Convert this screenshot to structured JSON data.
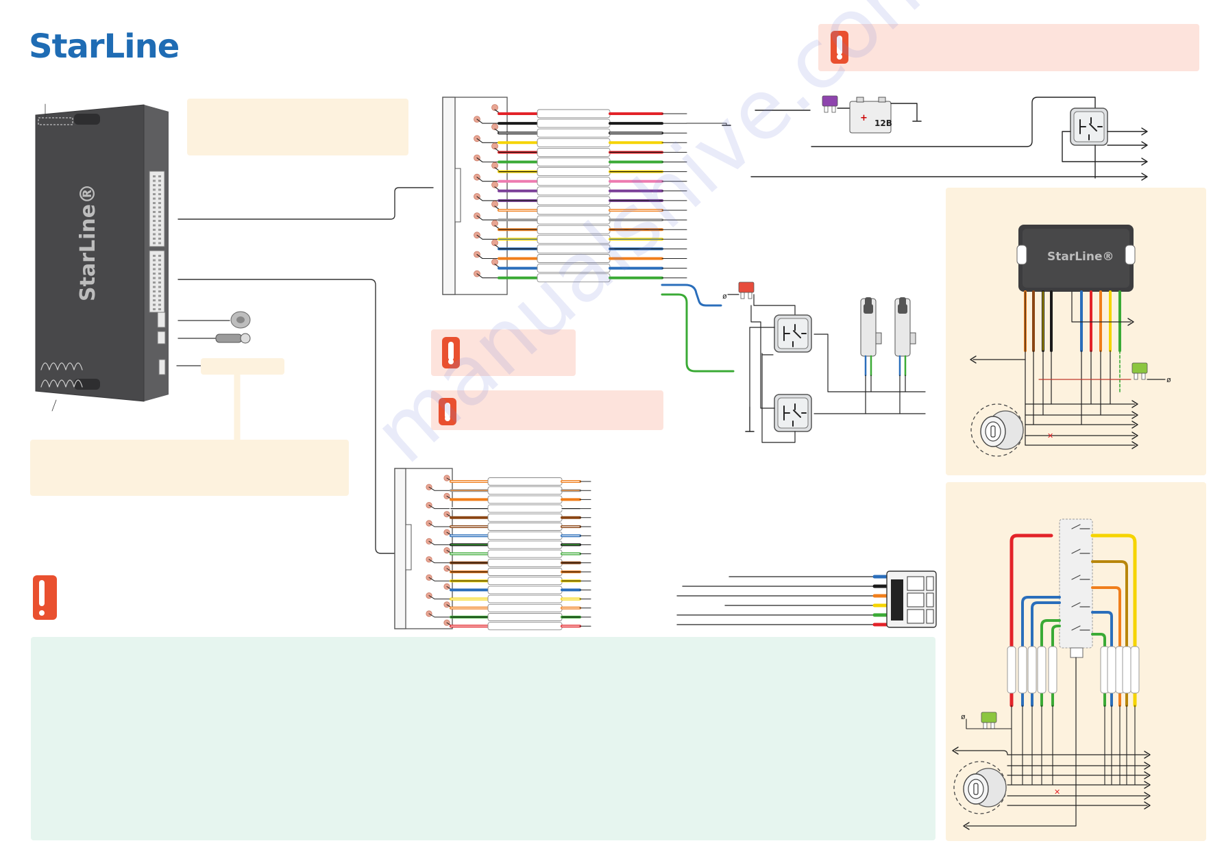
{
  "brand": {
    "name": "StarLine",
    "unit_mark": "StarLine®",
    "module_mark": "StarLine®"
  },
  "labels": {
    "battery": "12В"
  },
  "watermark": "manualshive.com",
  "icons": [
    "exclamation-icon",
    "fuse-icon",
    "relay-icon",
    "battery-icon",
    "door-actuator-icon",
    "ignition-switch-icon",
    "ground-icon",
    "antenna-coil-icon"
  ],
  "colors": {
    "brand": "#1f6cb4",
    "warning_bg": "#fde3dc",
    "warning_icon": "#e9502f",
    "note_bg": "#fdf2de",
    "info_bg": "#e6f5ef",
    "unit_body": "#4a4a4c",
    "wire_red": "#e32329",
    "wire_black": "#1a1a1a",
    "wire_yellow": "#f5d400",
    "wire_green": "#3aaa35",
    "wire_pink": "#ee7bb0",
    "wire_violet": "#7b3f98",
    "wire_orange": "#f07e1b",
    "wire_gray": "#9b9b9b",
    "wire_blue": "#2a6ebb",
    "wire_brown": "#8b4513",
    "wire_white": "#ffffff",
    "fuse_violet": "#8e44ad",
    "fuse_red": "#e74c3c",
    "fuse_green": "#8cc63f"
  },
  "connector_main": {
    "wires": [
      {
        "color": "#e32329",
        "stripe": null
      },
      {
        "color": "#1a1a1a",
        "stripe": null
      },
      {
        "color": "#1a1a1a",
        "stripe": "#ffffff"
      },
      {
        "color": "#f5d400",
        "stripe": null
      },
      {
        "color": "#e32329",
        "stripe": "#1a1a1a"
      },
      {
        "color": "#3aaa35",
        "stripe": null
      },
      {
        "color": "#f5d400",
        "stripe": "#1a1a1a"
      },
      {
        "color": "#ee7bb0",
        "stripe": null
      },
      {
        "color": "#7b3f98",
        "stripe": null
      },
      {
        "color": "#7b3f98",
        "stripe": "#1a1a1a"
      },
      {
        "color": "#f07e1b",
        "stripe": "#ffffff"
      },
      {
        "color": "#9b9b9b",
        "stripe": null
      },
      {
        "color": "#f07e1b",
        "stripe": "#1a1a1a"
      },
      {
        "color": "#f5d400",
        "stripe": "#2a6ebb"
      },
      {
        "color": "#2a6ebb",
        "stripe": "#1a1a1a"
      },
      {
        "color": "#f07e1b",
        "stripe": null
      },
      {
        "color": "#2a6ebb",
        "stripe": null
      },
      {
        "color": "#3aaa35",
        "stripe": null
      }
    ]
  },
  "connector_second": {
    "wires": [
      {
        "color": "#f07e1b",
        "stripe": "#ffffff"
      },
      {
        "color": "#9b9b9b",
        "stripe": "#f07e1b"
      },
      {
        "color": "#f07e1b",
        "stripe": null
      },
      {
        "color": "#ffffff",
        "stripe": "#1a1a1a"
      },
      {
        "color": "#8b4513",
        "stripe": null
      },
      {
        "color": "#8b4513",
        "stripe": "#ffffff"
      },
      {
        "color": "#2a6ebb",
        "stripe": "#ffffff"
      },
      {
        "color": "#1a1a1a",
        "stripe": "#3aaa35"
      },
      {
        "color": "#3aaa35",
        "stripe": "#ffffff"
      },
      {
        "color": "#8b4513",
        "stripe": "#1a1a1a"
      },
      {
        "color": "#f07e1b",
        "stripe": "#1a1a1a"
      },
      {
        "color": "#f5d400",
        "stripe": "#1a1a1a"
      },
      {
        "color": "#2a6ebb",
        "stripe": null
      },
      {
        "color": "#f5d400",
        "stripe": "#ffffff"
      },
      {
        "color": "#f07e1b",
        "stripe": "#ffffff"
      },
      {
        "color": "#3aaa35",
        "stripe": "#1a1a1a"
      },
      {
        "color": "#e32329",
        "stripe": "#ffffff"
      }
    ]
  },
  "can_connector": {
    "wires": [
      {
        "color": "#2a6ebb"
      },
      {
        "color": "#1a1a1a"
      },
      {
        "color": "#f07e1b"
      },
      {
        "color": "#f5d400"
      },
      {
        "color": "#3aaa35"
      },
      {
        "color": "#e32329"
      }
    ]
  }
}
